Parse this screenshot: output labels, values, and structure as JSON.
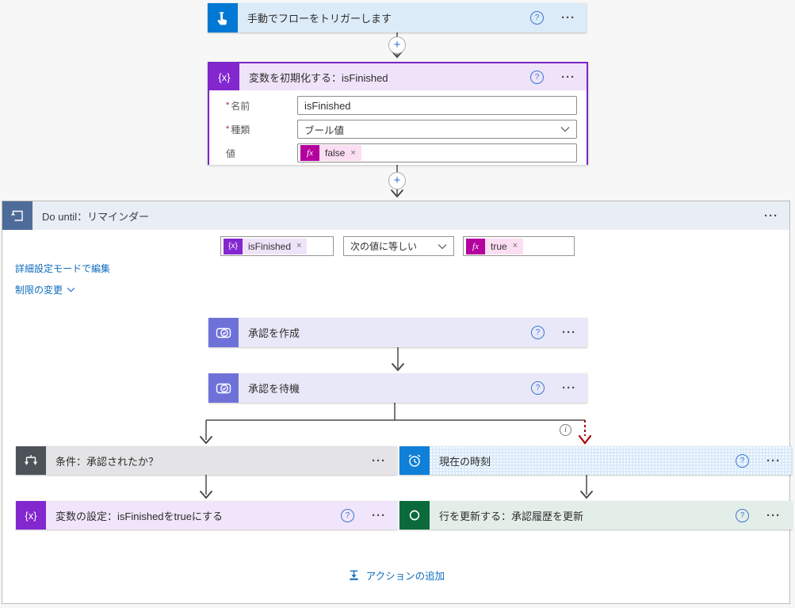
{
  "ui": {
    "help_glyph": "?",
    "menu_glyph": "···",
    "plus_glyph": "+",
    "remove_glyph": "×",
    "required_mark": "*",
    "info_glyph": "i",
    "variables_glyph": "{x}",
    "fx_glyph": "fx"
  },
  "trigger_card": {
    "title": "手動でフローをトリガーします"
  },
  "init_variable_card": {
    "title": "変数を初期化する：isFinished",
    "name_label": "名前",
    "name_value": "isFinished",
    "type_label": "種類",
    "type_value": "ブール値",
    "value_label": "値",
    "value_chip_text": "false"
  },
  "do_until": {
    "title": "Do until：リマインダー",
    "left_chip_text": "isFinished",
    "operator_value": "次の値に等しい",
    "right_chip_text": "true",
    "edit_advanced_link": "詳細設定モードで編集",
    "change_limits_link": "制限の変更",
    "add_action_label": "アクションの追加"
  },
  "actions": {
    "create_approval": {
      "title": "承認を作成"
    },
    "wait_approval": {
      "title": "承認を待機"
    },
    "condition": {
      "title": "条件：承認されたか？"
    },
    "current_time": {
      "title": "現在の時刻"
    },
    "set_variable": {
      "title": "変数の設定：isFinishedをtrueにする"
    },
    "update_row": {
      "title": "行を更新する：承認履歴を更新"
    }
  },
  "colors": {
    "trigger_blue": "#0078d4",
    "variable_purple": "#8327cf",
    "expression_magenta": "#b4009e",
    "approvals_purple": "#6e72d8",
    "do_until_slate": "#4e6c99",
    "condition_gray": "#4d5358",
    "clock_blue": "#0f7fd8",
    "dataverse_green": "#0b6a3c",
    "run_after_red": "#a80000",
    "link_blue": "#0f6cbd",
    "selected_border_purple": "#7c26c9"
  }
}
